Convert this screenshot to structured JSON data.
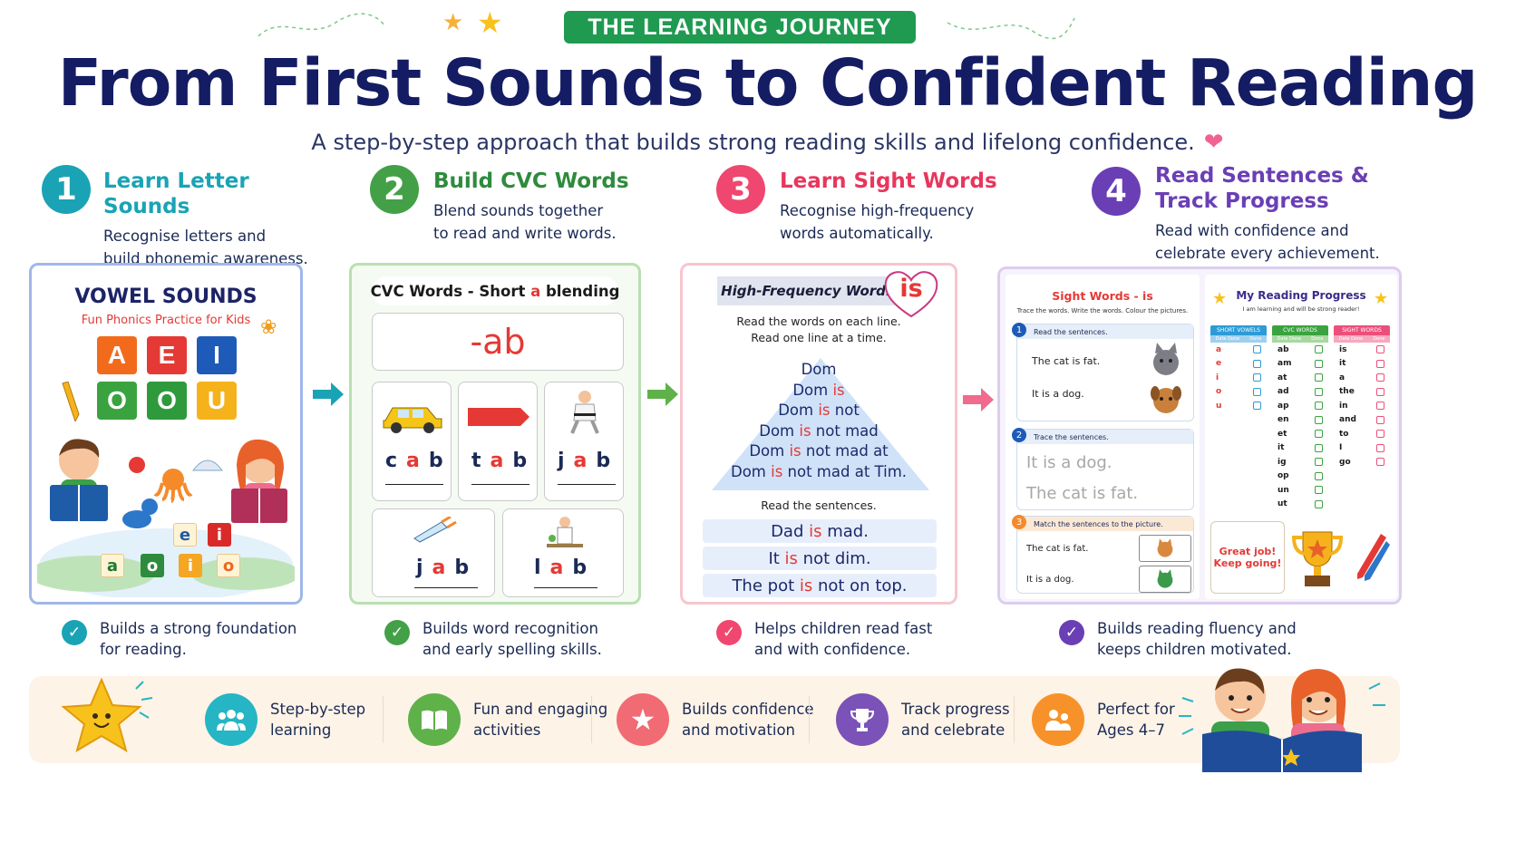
{
  "header": {
    "badge": "THE LEARNING JOURNEY",
    "title": "From First Sounds to Confident Reading",
    "subtitle": "A step-by-step approach that builds strong reading skills and lifelong confidence."
  },
  "steps": [
    {
      "num": "1",
      "title": "Learn Letter Sounds",
      "desc1": "Recognise letters and",
      "desc2": "build phonemic awareness.",
      "color": "#1aa3b5"
    },
    {
      "num": "2",
      "title": "Build CVC Words",
      "desc1": "Blend sounds together",
      "desc2": "to read and write words.",
      "color": "#43a047"
    },
    {
      "num": "3",
      "title": "Learn Sight Words",
      "desc1": "Recognise high-frequency",
      "desc2": "words automatically.",
      "color": "#ef476f"
    },
    {
      "num": "4",
      "title1": "Read Sentences &",
      "title2": "Track Progress",
      "desc1": "Read with confidence and",
      "desc2": "celebrate every achievement.",
      "color": "#6a3fb5"
    }
  ],
  "card1": {
    "title": "VOWEL SOUNDS",
    "subtitle": "Fun Phonics Practice for Kids",
    "tiles_top": [
      "A",
      "E",
      "I"
    ],
    "tiles_bottom": [
      "O",
      "O",
      "U"
    ],
    "small_tiles": [
      "e",
      "i",
      "a",
      "o",
      "i",
      "o"
    ]
  },
  "card2": {
    "title_a": "CVC Words - Short ",
    "title_b": "a",
    "title_c": " blending",
    "family": "-ab",
    "words": [
      {
        "c1": "c",
        "c2": "a",
        "c3": "b"
      },
      {
        "c1": "t",
        "c2": "a",
        "c3": "b"
      },
      {
        "c1": "j",
        "c2": "a",
        "c3": "b"
      },
      {
        "c1": "j",
        "c2": "a",
        "c3": "b"
      },
      {
        "c1": "l",
        "c2": "a",
        "c3": "b"
      }
    ]
  },
  "card3": {
    "hf_label": "High-Frequency Word:",
    "hf_word": "is",
    "instr1": "Read the words on each line.",
    "instr2": "Read one line at a time.",
    "pyramid": [
      {
        "a": "Dom",
        "b": "",
        "c": ""
      },
      {
        "a": "Dom ",
        "b": "is",
        "c": ""
      },
      {
        "a": "Dom ",
        "b": "is",
        "c": " not"
      },
      {
        "a": "Dom ",
        "b": "is",
        "c": " not mad"
      },
      {
        "a": "Dom ",
        "b": "is",
        "c": " not mad at"
      },
      {
        "a": "Dom ",
        "b": "is",
        "c": " not mad at Tim."
      }
    ],
    "read_label": "Read the sentences.",
    "sentences": [
      {
        "a": "Dad ",
        "b": "is",
        "c": " mad."
      },
      {
        "a": "It ",
        "b": "is",
        "c": " not dim."
      },
      {
        "a": "The pot ",
        "b": "is",
        "c": " not on top."
      }
    ]
  },
  "card4": {
    "left_title": "Sight Words - is",
    "left_instr": "Trace the words. Write the words. Colour the pictures.",
    "sec1": "Read the sentences.",
    "s1a": "The cat is fat.",
    "s1b": "It is a dog.",
    "sec2": "Trace the sentences.",
    "t1": "It is a dog.",
    "t2": "The cat is fat.",
    "sec3": "Match the sentences to the picture.",
    "m1": "The cat is fat.",
    "m2": "It is a dog.",
    "right_title": "My Reading Progress",
    "right_sub": "I am learning and will be strong reader!",
    "col1": "SHORT VOWELS",
    "col2": "CVC WORDS",
    "col3": "SIGHT WORDS",
    "sub_date": "Date Done",
    "sub_done": "Done",
    "vowels": [
      "a",
      "e",
      "i",
      "o",
      "u"
    ],
    "cvc": [
      "ab",
      "am",
      "at",
      "ad",
      "ap",
      "en",
      "et",
      "it",
      "ig",
      "op",
      "un",
      "ut"
    ],
    "sight": [
      "is",
      "it",
      "a",
      "the",
      "in",
      "and",
      "to",
      "I",
      "go"
    ],
    "great1": "Great job!",
    "great2": "Keep going!"
  },
  "benefits": [
    {
      "l1": "Builds a strong foundation",
      "l2": "for reading.",
      "color": "#1aa3b5"
    },
    {
      "l1": "Builds word recognition",
      "l2": "and early spelling skills.",
      "color": "#43a047"
    },
    {
      "l1": "Helps children read fast",
      "l2": "and with confidence.",
      "color": "#ef476f"
    },
    {
      "l1": "Builds reading fluency and",
      "l2": "keeps children motivated.",
      "color": "#6a3fb5"
    }
  ],
  "footer": [
    {
      "l1": "Step-by-step",
      "l2": "learning",
      "color": "#26b5c4",
      "icon": "group-icon"
    },
    {
      "l1": "Fun and engaging",
      "l2": "activities",
      "color": "#5fb14a",
      "icon": "book-icon"
    },
    {
      "l1": "Builds confidence",
      "l2": "and motivation",
      "color": "#f06b73",
      "icon": "star-icon"
    },
    {
      "l1": "Track progress",
      "l2": "and celebrate",
      "color": "#7b52b8",
      "icon": "trophy-icon"
    },
    {
      "l1": "Perfect for",
      "l2": "Ages 4–7",
      "color": "#f7922a",
      "icon": "family-icon"
    }
  ]
}
